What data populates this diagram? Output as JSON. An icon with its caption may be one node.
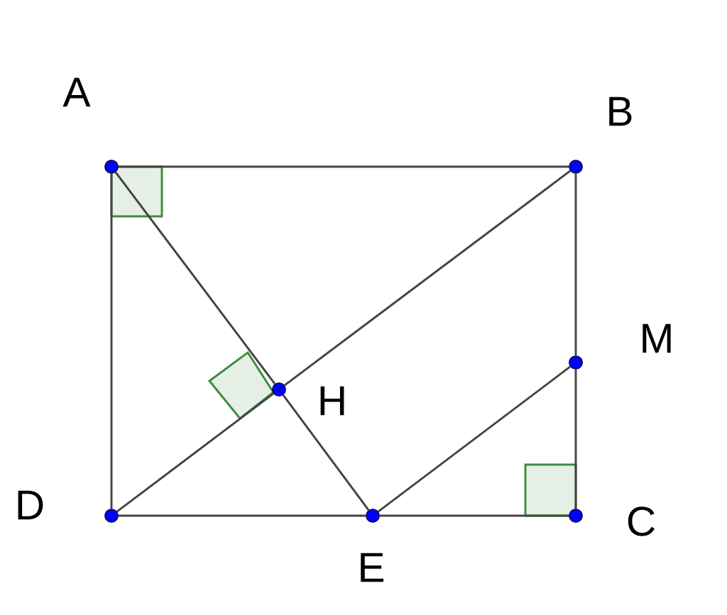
{
  "diagram": {
    "nodes": [
      {
        "text": [],
        "shape": "circle",
        "beside": [
          "A"
        ]
      },
      {
        "text": [],
        "shape": "circle",
        "beside": [
          "B"
        ]
      },
      {
        "text": [],
        "shape": "circle",
        "beside": [
          "C"
        ]
      },
      {
        "text": [],
        "shape": "circle",
        "beside": [
          "D"
        ]
      },
      {
        "text": [],
        "shape": "circle",
        "beside": [
          "E"
        ]
      },
      {
        "text": [],
        "shape": "circle",
        "beside": [
          "H"
        ]
      },
      {
        "text": [],
        "shape": "circle",
        "beside": [
          "M"
        ]
      }
    ],
    "edges": [
      {
        "from": 0,
        "to": 1,
        "arrow": "none"
      },
      {
        "from": 1,
        "to": 6,
        "arrow": "none"
      },
      {
        "from": 6,
        "to": 2,
        "arrow": "none"
      },
      {
        "from": 2,
        "to": 4,
        "arrow": "none"
      },
      {
        "from": 4,
        "to": 3,
        "arrow": "none"
      },
      {
        "from": 3,
        "to": 0,
        "arrow": "none"
      },
      {
        "from": 0,
        "to": 5,
        "arrow": "none"
      },
      {
        "from": 5,
        "to": 4,
        "arrow": "none"
      },
      {
        "from": 1,
        "to": 5,
        "arrow": "none"
      },
      {
        "from": 5,
        "to": 3,
        "arrow": "none"
      },
      {
        "from": 4,
        "to": 6,
        "arrow": "none"
      }
    ]
  }
}
